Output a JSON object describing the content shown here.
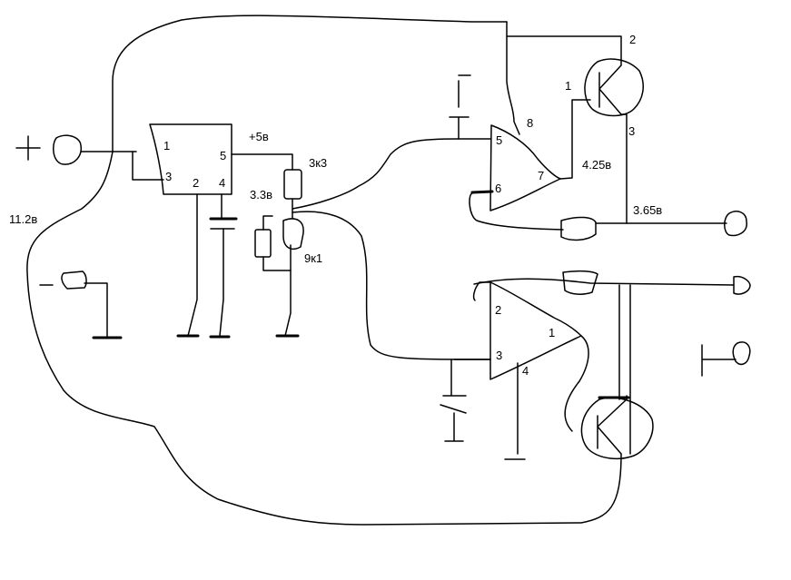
{
  "labels": {
    "plus": "+",
    "minus": "–",
    "v_input": "11.2в",
    "u1_p1": "1",
    "u1_p2": "2",
    "u1_p3": "3",
    "u1_p4": "4",
    "u1_p5": "5",
    "v_5": "+5в",
    "r_3k3": "3к3",
    "v_3_3": "3.3в",
    "r_9k1": "9к1",
    "u2_p5": "5",
    "u2_p6": "6",
    "u2_p7": "7",
    "u2_p8": "8",
    "v_4_25": "4.25в",
    "v_3_65": "3.65в",
    "q1_p1": "1",
    "q1_p2": "2",
    "q1_p3": "3",
    "u3_p1": "1",
    "u3_p2": "2",
    "u3_p3": "3",
    "u3_p4": "4"
  }
}
